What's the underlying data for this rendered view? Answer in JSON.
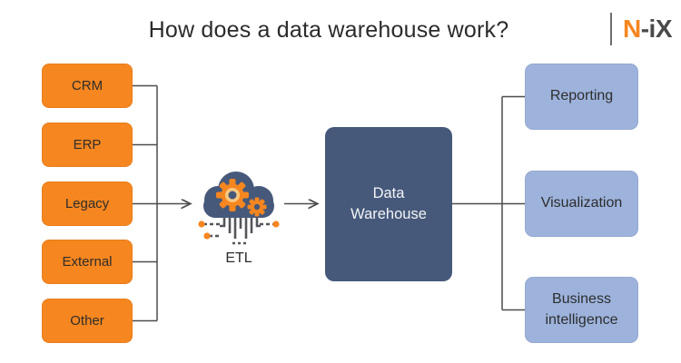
{
  "title": "How does a data warehouse work?",
  "logo": {
    "accent": "N",
    "rest": "-iX"
  },
  "sources": {
    "items": [
      {
        "label": "CRM"
      },
      {
        "label": "ERP"
      },
      {
        "label": "Legacy"
      },
      {
        "label": "External"
      },
      {
        "label": "Other"
      }
    ]
  },
  "etl": {
    "label": "ETL",
    "icon": "cloud-gears-circuit-icon"
  },
  "warehouse": {
    "label": "Data Warehouse"
  },
  "outputs": {
    "items": [
      {
        "label": "Reporting"
      },
      {
        "label": "Visualization"
      },
      {
        "label": "Business intelligence"
      }
    ]
  },
  "colors": {
    "source_orange": "#F6861F",
    "warehouse_blue": "#46597B",
    "output_blue": "#9DB3DC",
    "connector_gray": "#4D4D4D",
    "gear_ring_light": "#F9C87F",
    "logo_orange": "#F6861F",
    "logo_gray": "#4A4A4A",
    "title_text": "#2B2B2B"
  }
}
